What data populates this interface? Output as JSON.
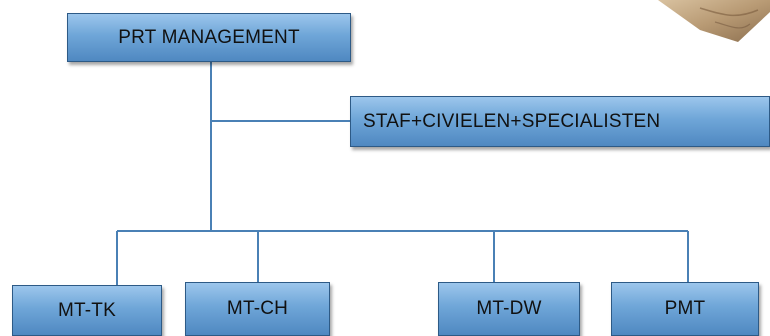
{
  "diagram": {
    "top_node": "PRT MANAGEMENT",
    "side_node": "STAF+CIVIELEN+SPECIALISTEN",
    "bottom_nodes": [
      "MT-TK",
      "MT-CH",
      "MT-DW",
      "PMT"
    ]
  },
  "colors": {
    "box_light": "#9cc6ec",
    "box_dark": "#4f88c1",
    "border": "#2d5a86",
    "connector": "#4a80b5"
  }
}
